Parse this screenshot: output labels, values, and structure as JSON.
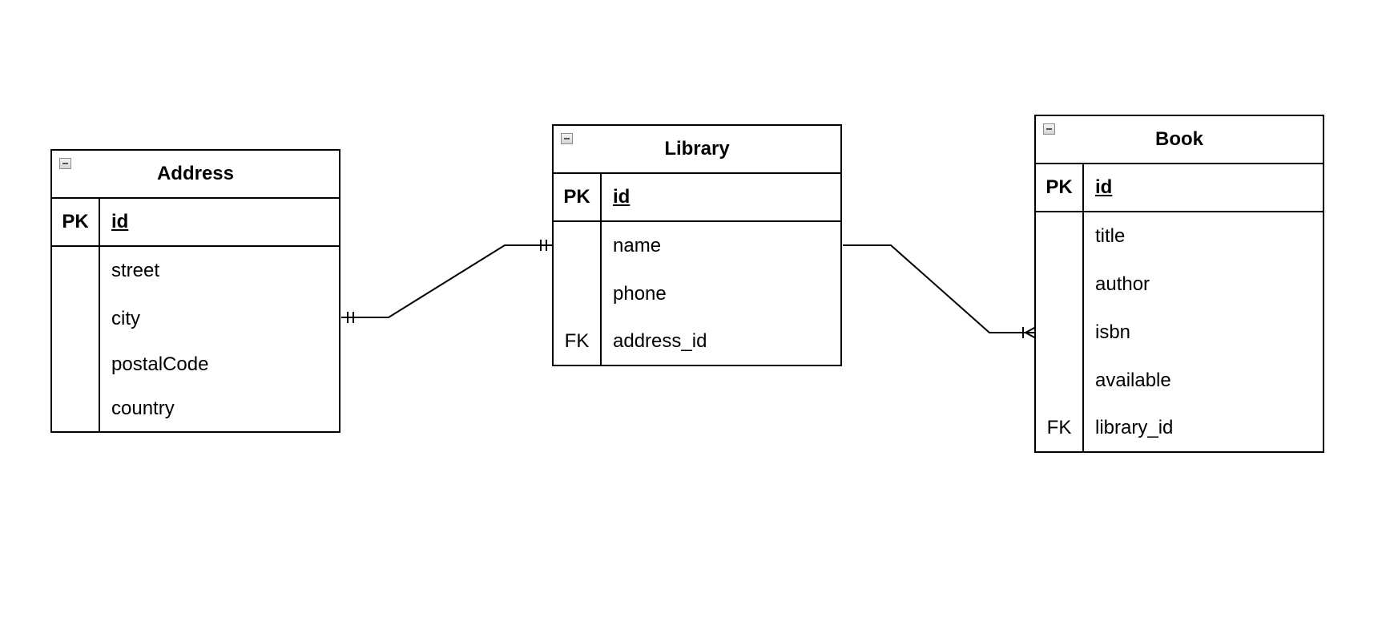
{
  "entities": {
    "address": {
      "title": "Address",
      "pk": {
        "key": "PK",
        "name": "id"
      },
      "attributes": [
        {
          "key": "",
          "name": "street"
        },
        {
          "key": "",
          "name": "city"
        },
        {
          "key": "",
          "name": "postalCode"
        },
        {
          "key": "",
          "name": "country"
        }
      ]
    },
    "library": {
      "title": "Library",
      "pk": {
        "key": "PK",
        "name": "id"
      },
      "attributes": [
        {
          "key": "",
          "name": "name"
        },
        {
          "key": "",
          "name": "phone"
        },
        {
          "key": "FK",
          "name": "address_id"
        }
      ]
    },
    "book": {
      "title": "Book",
      "pk": {
        "key": "PK",
        "name": "id"
      },
      "attributes": [
        {
          "key": "",
          "name": "title"
        },
        {
          "key": "",
          "name": "author"
        },
        {
          "key": "",
          "name": "isbn"
        },
        {
          "key": "",
          "name": "available"
        },
        {
          "key": "FK",
          "name": "library_id"
        }
      ]
    }
  },
  "relationships": [
    {
      "from": "address",
      "to": "library",
      "from_cardinality": "exactly-one",
      "to_cardinality": "exactly-one"
    },
    {
      "from": "library",
      "to": "book",
      "from_cardinality": "none",
      "to_cardinality": "one-or-many"
    }
  ],
  "colors": {
    "line": "#000000",
    "background": "#ffffff"
  }
}
